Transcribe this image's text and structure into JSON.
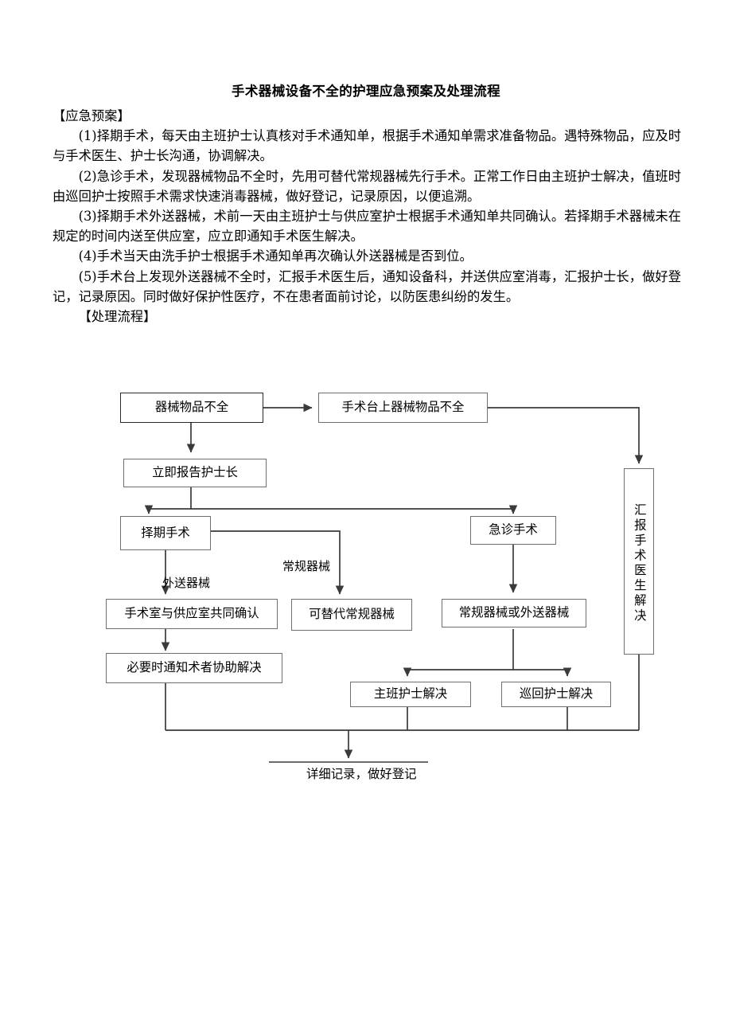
{
  "document": {
    "title": "手术器械设备不全的护理应急预案及处理流程",
    "sections": [
      {
        "heading": "【应急预案】"
      },
      {
        "heading": "【处理流程】"
      }
    ],
    "paragraphs": [
      "【应急预案】",
      "(1)择期手术，每天由主班护士认真核对手术通知单，根据手术通知单需求准备物品。遇特殊物品，应及时与手术医生、护士长沟通，协调解决。",
      "(2)急诊手术，发现器械物品不全时，先用可替代常规器械先行手术。正常工作日由主班护士解决，值班时由巡回护士按照手术需求快速消毒器械，做好登记，记录原因，以便追溯。",
      "(3)择期手术外送器械，术前一天由主班护士与供应室护士根据手术通知单共同确认。若择期手术器械未在规定的时间内送至供应室，应立即通知手术医生解决。",
      "(4)手术当天由洗手护士根据手术通知单再次确认外送器械是否到位。",
      "(5)手术台上发现外送器械不全时，汇报手术医生后，通知设备科，并送供应室消毒，汇报护士长，做好登记，记录原因。同时做好保护性医疗，不在患者面前讨论，以防医患纠纷的发生。",
      "【处理流程】"
    ]
  },
  "flowchart": {
    "nodes": [
      {
        "id": "n1",
        "label": "器械物品不全"
      },
      {
        "id": "n2",
        "label": "手术台上器械物品不全"
      },
      {
        "id": "n3",
        "label": "立即报告护士长"
      },
      {
        "id": "n4",
        "label": "择期手术"
      },
      {
        "id": "n5",
        "label": "急诊手术"
      },
      {
        "id": "n6",
        "label": "手术室与供应室共同确认"
      },
      {
        "id": "n7",
        "label": "可替代常规器械"
      },
      {
        "id": "n8",
        "label": "常规器械或外送器械"
      },
      {
        "id": "n9",
        "label": "必要时通知术者协助解决"
      },
      {
        "id": "n10",
        "label": "主班护士解决"
      },
      {
        "id": "n11",
        "label": "巡回护士解决"
      },
      {
        "id": "n12",
        "label": "汇报手术医生解决"
      }
    ],
    "edge_labels": [
      {
        "id": "e1",
        "label": "常规器械"
      },
      {
        "id": "e2",
        "label": "外送器械"
      }
    ],
    "footer_label": "详细记录，做好登记",
    "colors": {
      "box_border": "#6f6f6f",
      "box_border_dark": "#2a2a2a",
      "wire": "#3a3a3a"
    }
  }
}
